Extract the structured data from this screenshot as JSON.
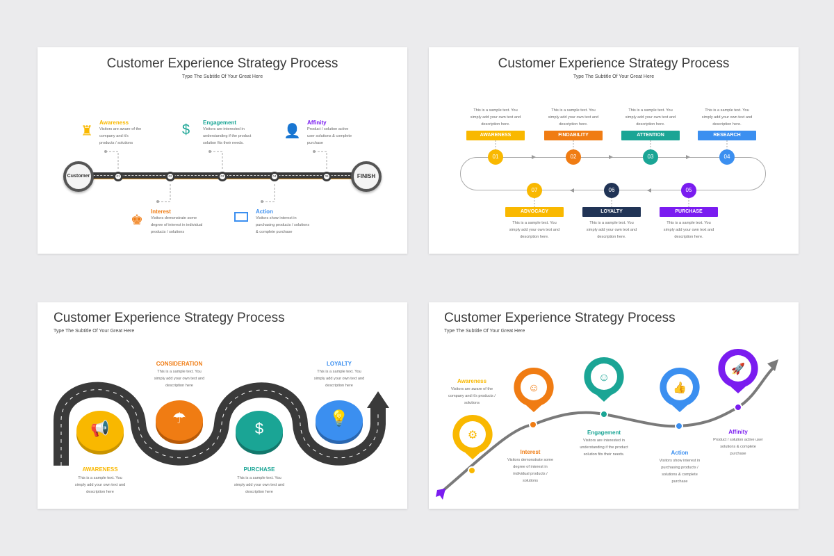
{
  "colors": {
    "yellow": "#f9b800",
    "orange": "#f07c13",
    "teal": "#1aa595",
    "blue": "#3b8ff0",
    "purple": "#7a1cf0",
    "navy": "#213456",
    "road": "#3a3a3a"
  },
  "slides": [
    {
      "title": "Customer Experience Strategy Process",
      "subtitle": "Type The Subtitle Of Your Great Here",
      "start": "Customer",
      "finish": "FINISH",
      "nodes": [
        "01",
        "02",
        "03",
        "04",
        "05"
      ],
      "steps": [
        {
          "label": "Awareness",
          "text": "Visitors are aware of the company and it's products / solutions",
          "icon": "stamp-icon"
        },
        {
          "label": "Interest",
          "text": "Visitors demonstrate some degree of interest in individual products / solutions",
          "icon": "chess-king-icon"
        },
        {
          "label": "Engagement",
          "text": "Visitors are interested in understanding if the product solution fits their needs.",
          "icon": "money-plant-icon"
        },
        {
          "label": "Action",
          "text": "Visitors show interest in purchasing products / solutions & complete purchase",
          "icon": "presenter-icon"
        },
        {
          "label": "Affinity",
          "text": "Product / solution active user solutions & complete purchase",
          "icon": "user-icon"
        }
      ]
    },
    {
      "title": "Customer Experience Strategy Process",
      "subtitle": "Type The Subtitle Of Your Great Here",
      "steps": [
        {
          "num": "01",
          "label": "AWARENESS",
          "text": "This is a sample text. You simply add your own text and description here."
        },
        {
          "num": "02",
          "label": "FINDABILITY",
          "text": "This is a sample text. You simply add your own text and description here."
        },
        {
          "num": "03",
          "label": "ATTENTION",
          "text": "This is a sample text. You simply add your own text and description here."
        },
        {
          "num": "04",
          "label": "RESEARCH",
          "text": "This is a sample text. You simply add your own text and description here."
        },
        {
          "num": "05",
          "label": "PURCHASE",
          "text": "This is a sample text. You simply add your own text and description here."
        },
        {
          "num": "06",
          "label": "LOYALTY",
          "text": "This is a sample text. You simply add your own text and description here."
        },
        {
          "num": "07",
          "label": "ADVOCACY",
          "text": "This is a sample text. You simply add your own text and description here."
        }
      ]
    },
    {
      "title": "Customer Experience Strategy Process",
      "subtitle": "Type The Subtitle Of Your Great Here",
      "steps": [
        {
          "label": "AWARENESS",
          "text": "This is a sample text. You simply add your own text and description here",
          "icon": "megaphone-icon"
        },
        {
          "label": "CONSIDERATION",
          "text": "This is a sample text. You simply add your own text and description here",
          "icon": "umbrella-dollar-icon"
        },
        {
          "label": "PURCHASE",
          "text": "This is a sample text. You simply add your own text and description here",
          "icon": "dollar-chart-icon"
        },
        {
          "label": "LOYALTY",
          "text": "This is a sample text. You simply add your own text and description here",
          "icon": "lightbulb-dollar-icon"
        }
      ]
    },
    {
      "title": "Customer Experience Strategy Process",
      "subtitle": "Type The Subtitle Of Your Great Here",
      "steps": [
        {
          "label": "Awareness",
          "text": "Visitors are aware of the company and it's products / solutions",
          "icon": "brain-gears-icon"
        },
        {
          "label": "Interest",
          "text": "Visitors demonstrate some degree of interest in individual products / solutions",
          "icon": "head-brain-icon"
        },
        {
          "label": "Engagement",
          "text": "Visitors are interested in understanding if the product solution fits their needs.",
          "icon": "head-idea-icon"
        },
        {
          "label": "Action",
          "text": "Visitors show interest in purchasing products / solutions & complete purchase",
          "icon": "thumbs-up-board-icon"
        },
        {
          "label": "Affinity",
          "text": "Product / solution active user solutions & complete purchase",
          "icon": "rocket-icon"
        }
      ]
    }
  ]
}
